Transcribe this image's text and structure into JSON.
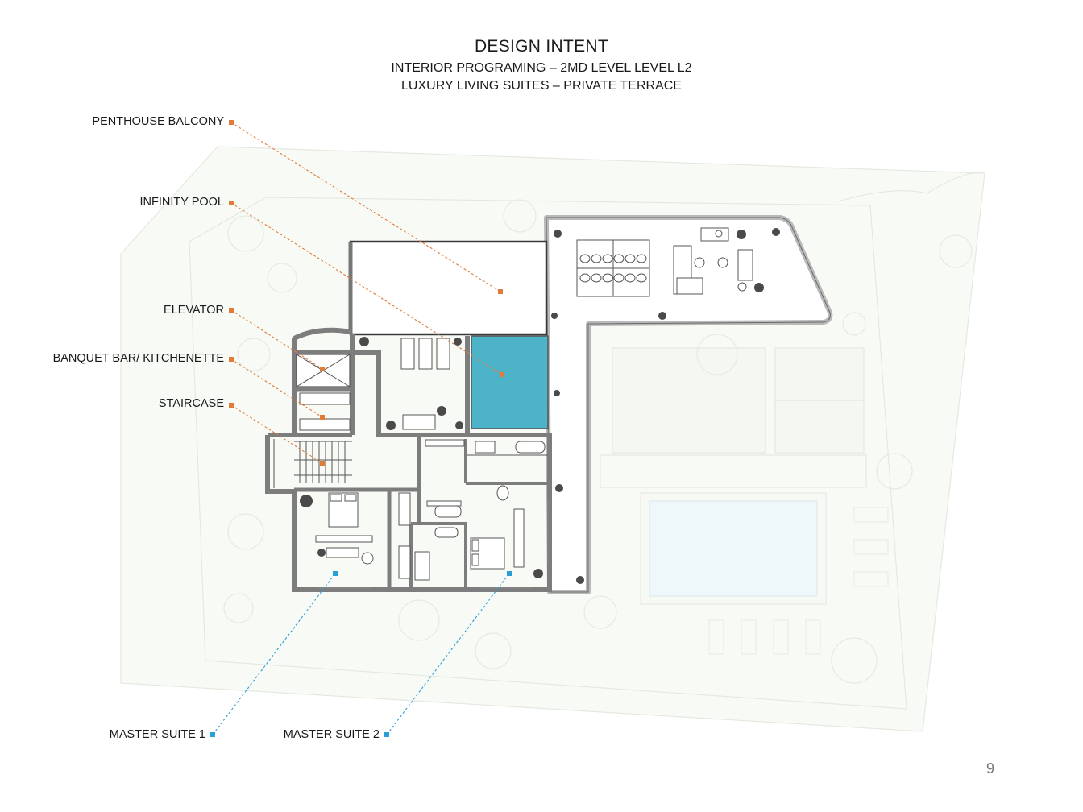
{
  "header": {
    "title": "DESIGN INTENT",
    "subtitle_1": "INTERIOR PROGRAMING – 2MD LEVEL LEVEL L2",
    "subtitle_2": "LUXURY LIVING SUITES – PRIVATE TERRACE"
  },
  "callouts": {
    "penthouse_balcony": "PENTHOUSE BALCONY",
    "infinity_pool": "INFINITY POOL",
    "elevator": "ELEVATOR",
    "banquet_bar": "BANQUET BAR/ KITCHENETTE",
    "staircase": "STAIRCASE",
    "master_suite_1": "MASTER SUITE 1",
    "master_suite_2": "MASTER SUITE 2"
  },
  "colors": {
    "orange_callout": "#e07b39",
    "blue_callout": "#2a9fd6",
    "pool": "#4db3c9",
    "wall": "#7d7d7d",
    "site_ghost": "#e6ebe2"
  },
  "footer": {
    "page_number": "9"
  }
}
